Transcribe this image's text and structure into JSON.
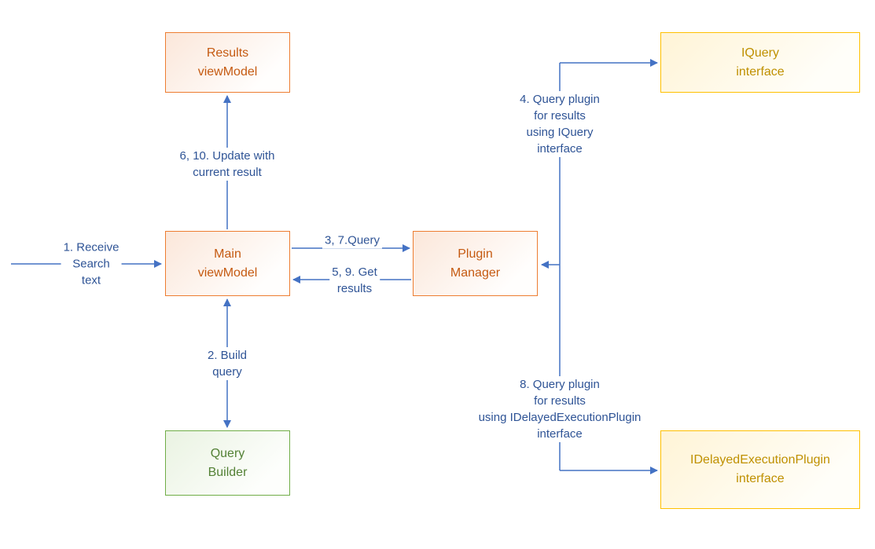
{
  "colors": {
    "arrow_blue": "#4472C4",
    "label_text_blue": "#2F5496",
    "orange_border": "#ED7D31",
    "orange_text": "#C55A11",
    "green_border": "#70AD47",
    "green_text": "#538135",
    "gold_border": "#FFC000",
    "gold_text": "#BF9000"
  },
  "boxes": {
    "results_viewmodel": {
      "label": "Results\nviewModel",
      "color": "orange"
    },
    "iquery_interface": {
      "label": "IQuery\ninterface",
      "color": "gold"
    },
    "main_viewmodel": {
      "label": "Main\nviewModel",
      "color": "orange"
    },
    "plugin_manager": {
      "label": "Plugin\nManager",
      "color": "orange"
    },
    "query_builder": {
      "label": "Query\nBuilder",
      "color": "green"
    },
    "idelayedexecutionplugin_interface": {
      "label": "IDelayedExecutionPlugin\ninterface",
      "color": "gold"
    }
  },
  "arrow_labels": {
    "receive_search": "1. Receive\nSearch\ntext",
    "update_with_result": "6, 10. Update with\ncurrent result",
    "query": "3, 7.Query",
    "get_results": "5, 9. Get\nresults",
    "build_query": "2. Build\nquery",
    "query_plugin_iquery": "4. Query plugin\nfor results\nusing IQuery\ninterface",
    "query_plugin_idelayed": "8. Query plugin\nfor results\nusing IDelayedExecutionPlugin\ninterface"
  }
}
